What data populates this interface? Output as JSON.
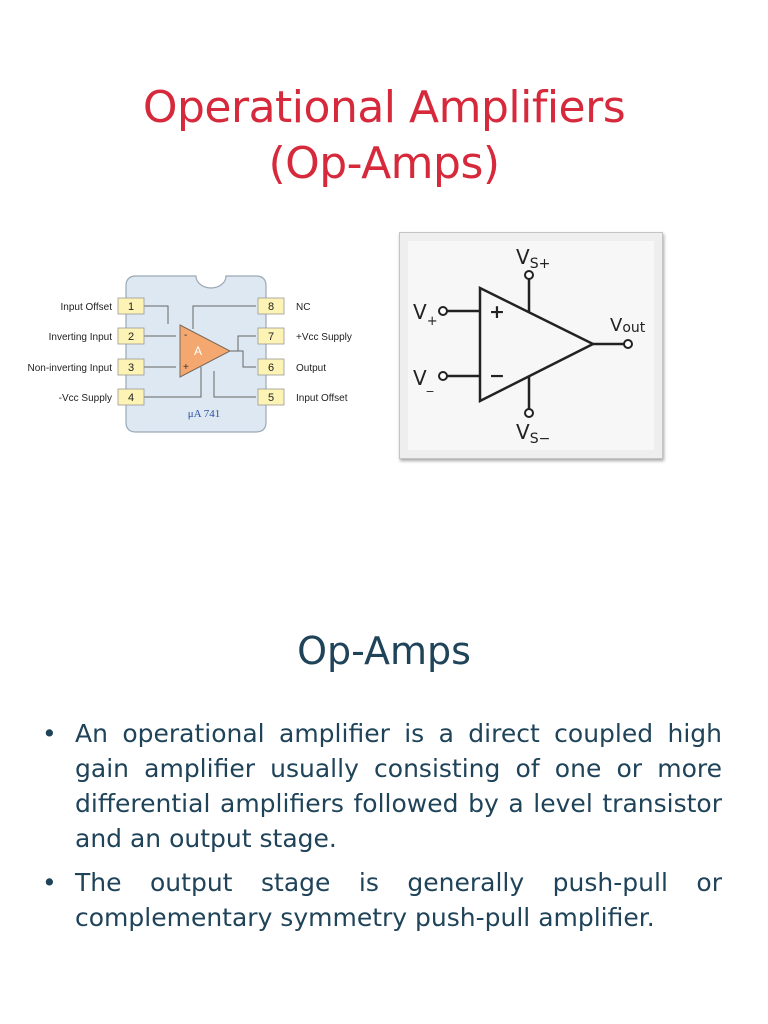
{
  "slide1": {
    "title_line1": "Operational Amplifiers",
    "title_line2": "(Op-Amps)"
  },
  "pinout": {
    "left_pins": [
      {
        "number": "1",
        "label": "Input Offset"
      },
      {
        "number": "2",
        "label": "Inverting Input"
      },
      {
        "number": "3",
        "label": "Non-inverting Input"
      },
      {
        "number": "4",
        "label": "-Vcc Supply"
      }
    ],
    "right_pins": [
      {
        "number": "8",
        "label": "NC"
      },
      {
        "number": "7",
        "label": "+Vcc Supply"
      },
      {
        "number": "6",
        "label": "Output"
      },
      {
        "number": "5",
        "label": "Input Offset"
      }
    ],
    "amp_label": "A",
    "minus_sign": "-",
    "plus_sign": "+",
    "part_name": "μA 741"
  },
  "symbol": {
    "v_plus": "V",
    "v_plus_sub": "+",
    "v_minus": "V",
    "v_minus_sub": "_",
    "vs_plus": "V",
    "vs_plus_sub": "S+",
    "vs_minus": "V",
    "vs_minus_sub": "S−",
    "vout": "V",
    "vout_sub": "out",
    "plus_sign": "+",
    "minus_sign": "−"
  },
  "slide2": {
    "title": "Op-Amps",
    "bullet_char": "•",
    "bullets": [
      "An operational amplifier is a direct coupled high gain amplifier usually consisting of one or more differential amplifiers followed by a level transistor and an output stage.",
      "The output stage is generally push-pull or complementary symmetry push-pull amplifier."
    ]
  },
  "colors": {
    "title_red": "#d62a3c",
    "body_navy": "#1f4359",
    "chip_body": "#dde8f2",
    "pin_yellow": "#fdf3b4",
    "amp_orange": "#f4a76e"
  }
}
